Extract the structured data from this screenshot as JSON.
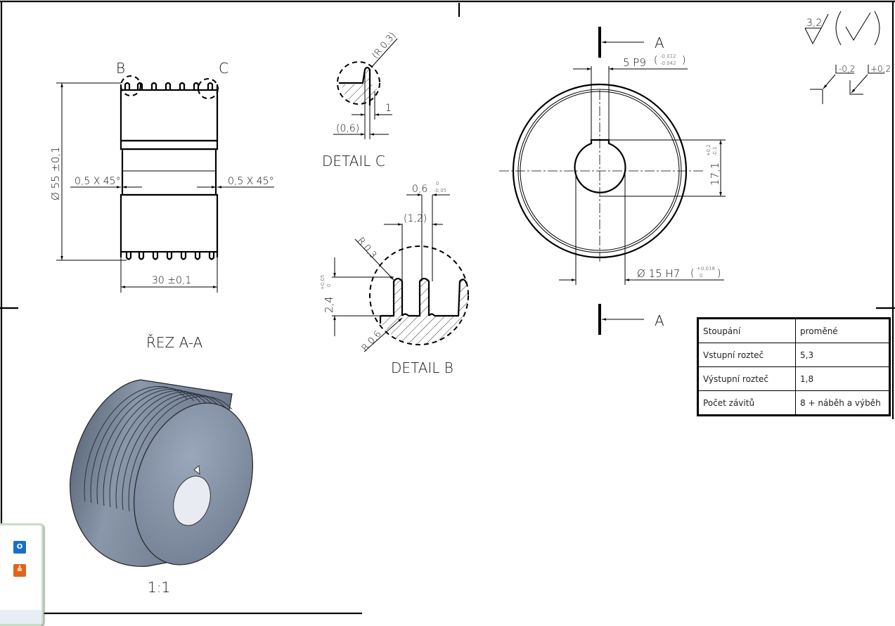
{
  "section_view": {
    "title": "ŘEZ A-A",
    "detail_b_marker": "B",
    "detail_c_marker": "C",
    "diameter_dim": "Ø 55 ±0,1",
    "width_dim": "30 ±0,1",
    "chamfer_left": "0,5 X 45°",
    "chamfer_right": "0,5 X 45°"
  },
  "detail_c": {
    "title": "DETAIL C",
    "radius": "(R 0,3)",
    "width": "1",
    "offset": "(0,6)"
  },
  "detail_b": {
    "title": "DETAIL B",
    "groove_width": "0,6",
    "groove_tol_upper": "0",
    "groove_tol_lower": "-0,05",
    "pitch": "(1,2)",
    "radius_top": "R 0,3",
    "radius_bottom": "R 0,6",
    "depth": "2,4",
    "depth_tol_upper": "+0,05",
    "depth_tol_lower": "0"
  },
  "front_view": {
    "section_label_top": "A",
    "section_label_bottom": "A",
    "keyway": "5 P9",
    "keyway_tol_upper": "-0,012",
    "keyway_tol_lower": "-0,042",
    "key_depth": "17,1",
    "key_depth_tol_upper": "+0,2",
    "key_depth_tol_lower": "-0,1",
    "bore": "Ø 15 H7",
    "bore_tol_upper": "+0,018",
    "bore_tol_lower": "0"
  },
  "surface": {
    "roughness": "3,2",
    "edge_minus": "-0,2",
    "edge_plus": "+0,2"
  },
  "spec_table": [
    {
      "label": "Stoupání",
      "value": "proměné"
    },
    {
      "label": "Vstupní rozteč",
      "value": "5,3"
    },
    {
      "label": "Výstupní rozteč",
      "value": "1,8"
    },
    {
      "label": "Počet závitů",
      "value": "8 + náběh a výběh"
    }
  ],
  "iso_view": {
    "scale": "1:1"
  },
  "colors": {
    "part_fill": "#8592a6",
    "popup_border": "#c9dcc8",
    "outlook": "#1a6fc9",
    "orange_app": "#e0641a"
  }
}
